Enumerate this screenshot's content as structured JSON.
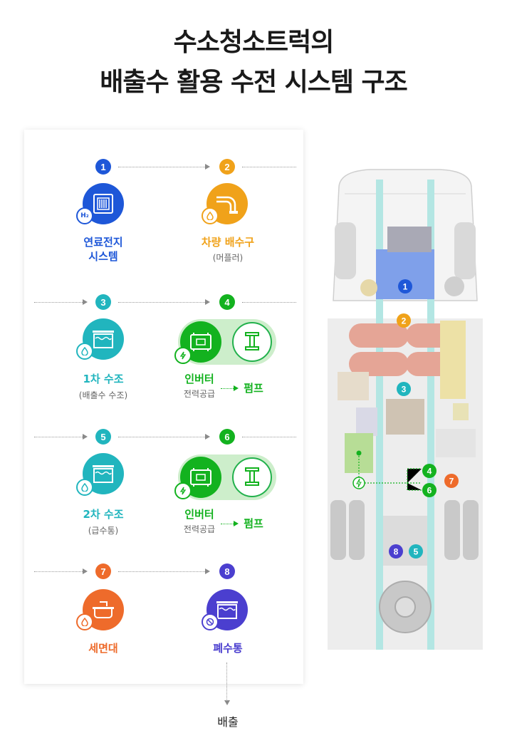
{
  "title": {
    "line1": "수소청소트럭의",
    "line2": "배출수 활용 수전 시스템 구조"
  },
  "steps": {
    "s1": {
      "num": "1",
      "label": "연료전지\n시스템",
      "label_l1": "연료전지",
      "label_l2": "시스템",
      "badge": "H₂",
      "icon": "fuel-cell-icon"
    },
    "s2": {
      "num": "2",
      "label": "차량 배수구",
      "sub": "(머플러)",
      "icon": "muffler-pipe-icon"
    },
    "s3": {
      "num": "3",
      "label": "1차 수조",
      "sub": "(배출수 수조)",
      "icon": "water-tank-icon"
    },
    "s4": {
      "num": "4",
      "label": "인버터",
      "sub": "전력공급",
      "target": "펌프",
      "icon": "inverter-icon"
    },
    "s5": {
      "num": "5",
      "label": "2차 수조",
      "sub": "(급수통)",
      "icon": "water-tank-icon"
    },
    "s6": {
      "num": "6",
      "label": "인버터",
      "sub": "전력공급",
      "target": "펌프",
      "icon": "inverter-icon"
    },
    "s7": {
      "num": "7",
      "label": "세면대",
      "icon": "sink-icon"
    },
    "s8": {
      "num": "8",
      "label": "폐수통",
      "icon": "waste-tank-icon"
    }
  },
  "exhaust": "배출",
  "truck_markers": [
    "1",
    "2",
    "3",
    "4",
    "5",
    "6",
    "7",
    "8"
  ],
  "colors": {
    "blue": "#1e57d8",
    "orange": "#f0a21a",
    "teal": "#21b5be",
    "green": "#13b21f",
    "red": "#ee6b2b",
    "indigo": "#4b3fcf"
  }
}
